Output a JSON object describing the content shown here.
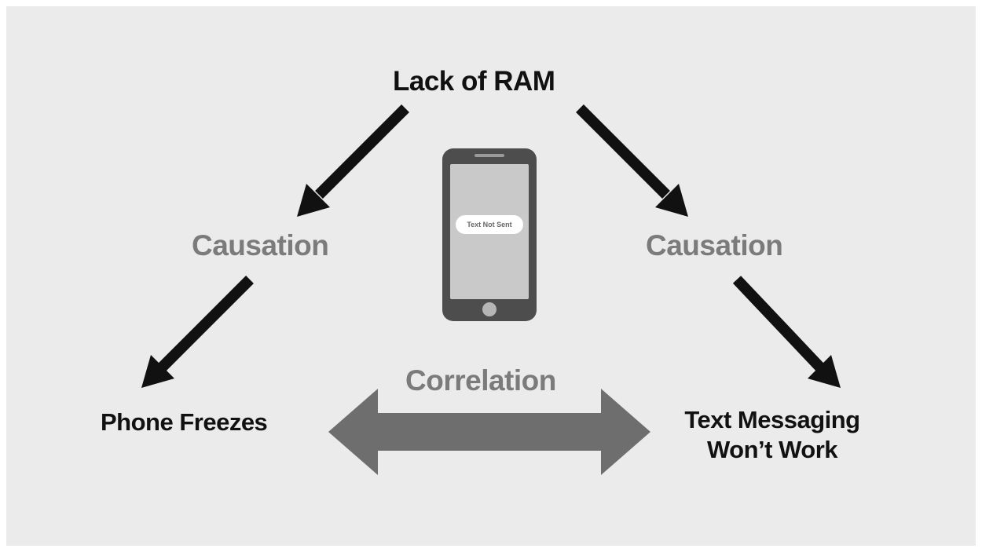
{
  "nodes": {
    "top": "Lack of RAM",
    "left": "Phone Freezes",
    "right_line1": "Text Messaging",
    "right_line2": "Won’t Work"
  },
  "relations": {
    "causation_left": "Causation",
    "causation_right": "Causation",
    "correlation": "Correlation"
  },
  "phone": {
    "message": "Text Not Sent"
  },
  "colors": {
    "background": "#ebebeb",
    "node_text": "#111111",
    "relation_text": "#7b7b7b",
    "arrow_black": "#111111",
    "arrow_gray": "#6e6e6e",
    "phone_body": "#4d4d4d",
    "phone_screen": "#c9c9c9"
  },
  "icons": [
    "phone-icon",
    "causation-arrow",
    "correlation-double-arrow"
  ]
}
